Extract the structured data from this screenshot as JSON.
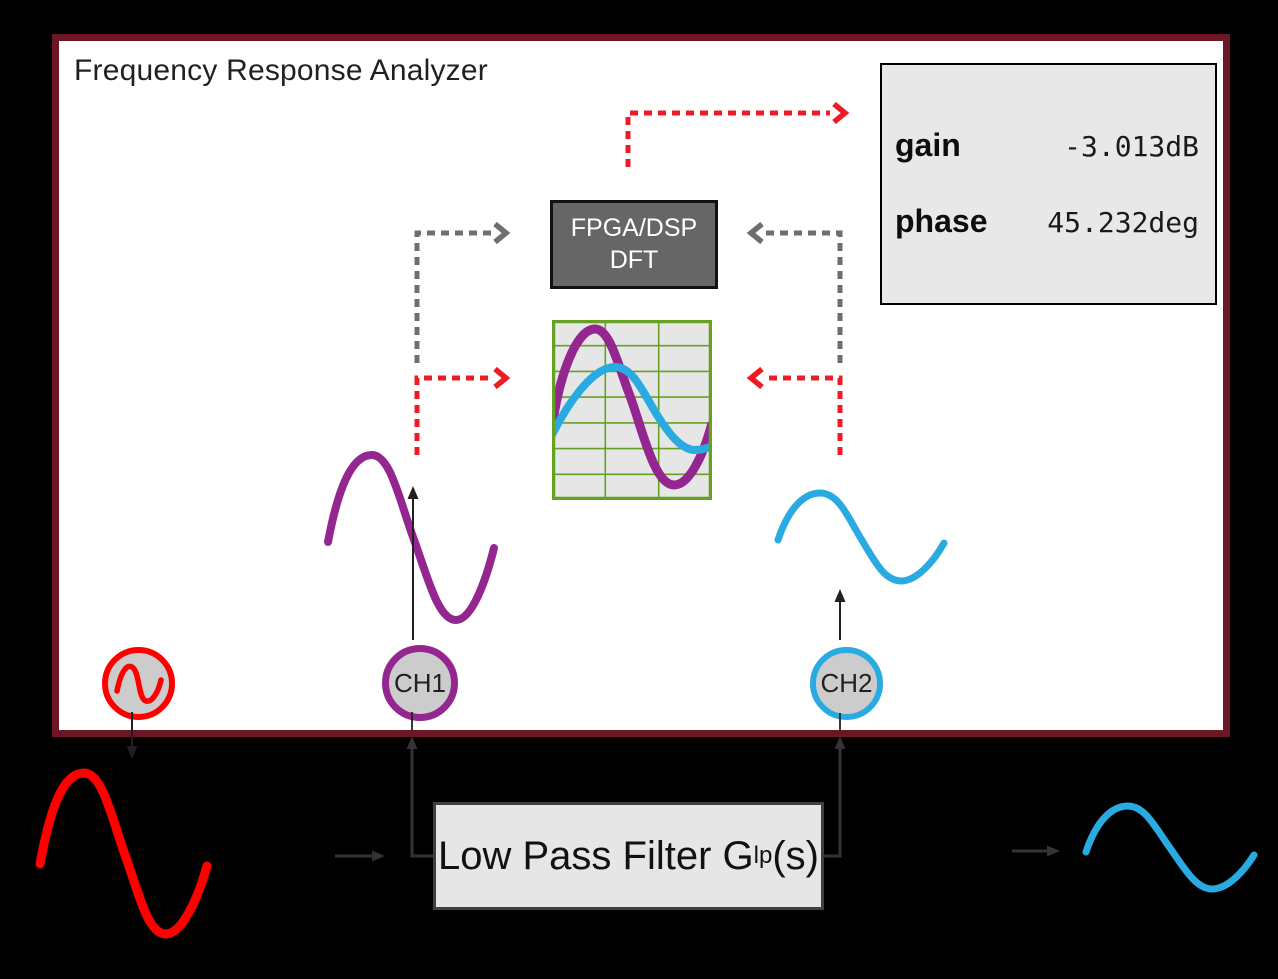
{
  "window": {
    "title": "Frequency Response Analyzer"
  },
  "fpga": {
    "line1": "FPGA/DSP",
    "line2": "DFT"
  },
  "readout": {
    "gain_label": "gain",
    "gain_value": "-3.013dB",
    "phase_label": "phase",
    "phase_value": "45.232deg"
  },
  "channels": {
    "ch1_label": "CH1",
    "ch2_label": "CH2"
  },
  "filter": {
    "label_main": "Low Pass Filter G",
    "label_sub": "lp",
    "label_suffix": "(s)"
  },
  "colors": {
    "frame_border": "#6e1624",
    "input_signal_red": "#ff0000",
    "ch1_signal_purple": "#93278f",
    "ch2_signal_blue": "#29abe2",
    "dashed_red_arrow": "#ed1c24",
    "dashed_gray_arrow": "#6d6e71",
    "scope_grid_green": "#66a121",
    "fpga_fill": "#666666",
    "panel_fill": "#ffffff",
    "block_fill": "#e6e6e6"
  }
}
